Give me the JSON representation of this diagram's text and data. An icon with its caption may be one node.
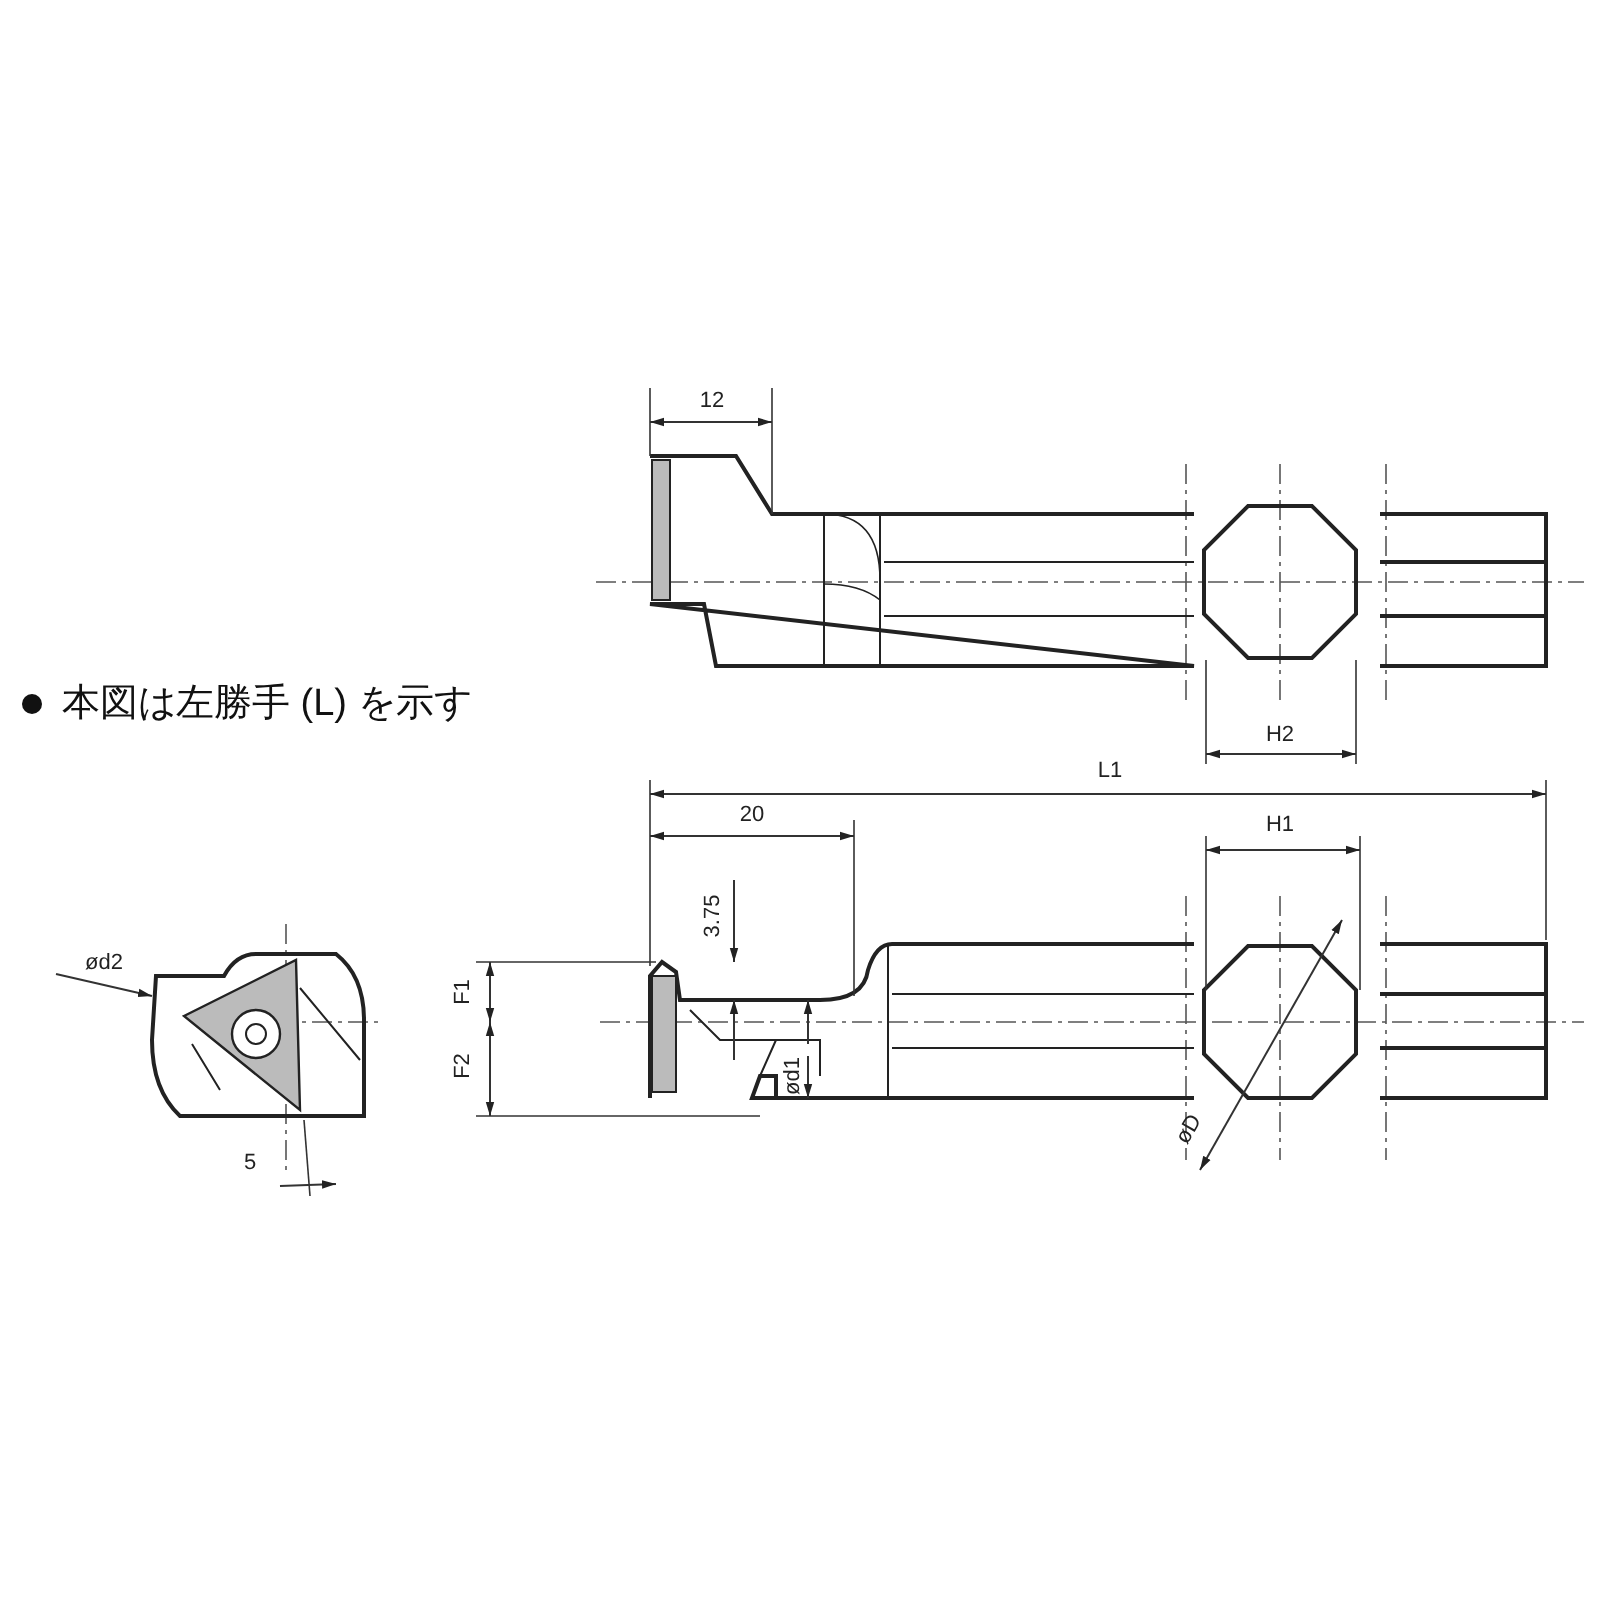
{
  "diagram": {
    "labels": [
      "12",
      "本図は左勝手 (L) を示す",
      "H2",
      "L1",
      "20",
      "H1",
      "3.75",
      "ød2",
      "F1",
      "F2",
      "ød1",
      "øD",
      "5"
    ]
  }
}
